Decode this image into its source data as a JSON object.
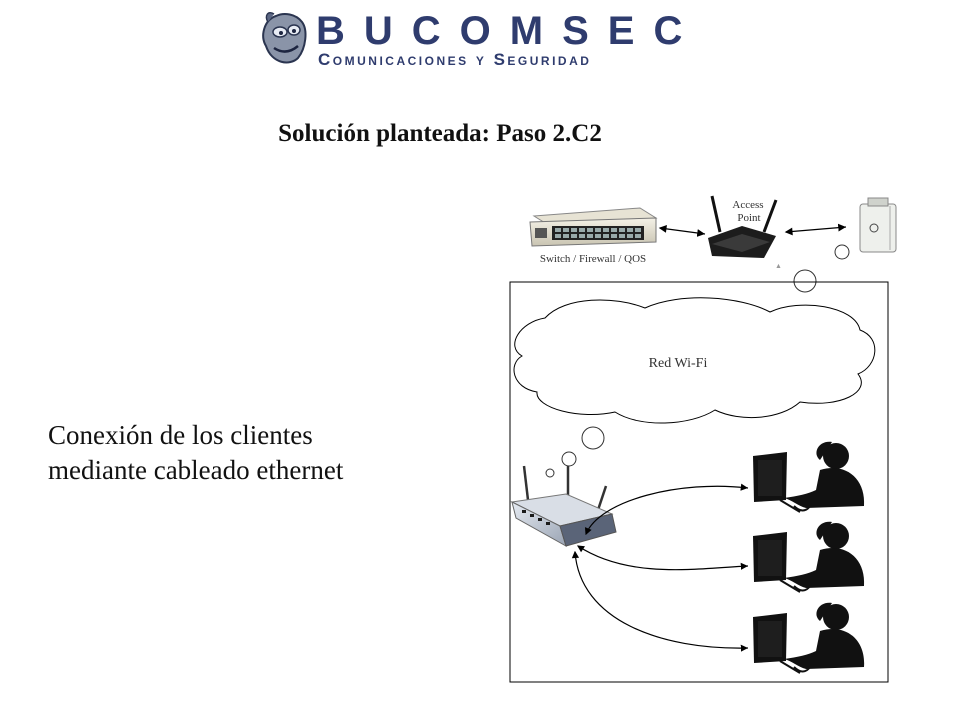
{
  "logo": {
    "brand": "BUCOMSEC",
    "tagline": "Comunicaciones y Seguridad",
    "icon": "bulldog-mascot-icon"
  },
  "title": "Solución planteada: Paso 2.C2",
  "body_text": [
    "Conexión de los clientes",
    "mediante cableado ethernet"
  ],
  "diagram": {
    "switch_label": "Switch / Firewall / QOS",
    "access_point_label_1": "Access",
    "access_point_label_2": "Point",
    "cloud_label": "Red Wi-Fi",
    "clients_count": 3
  }
}
